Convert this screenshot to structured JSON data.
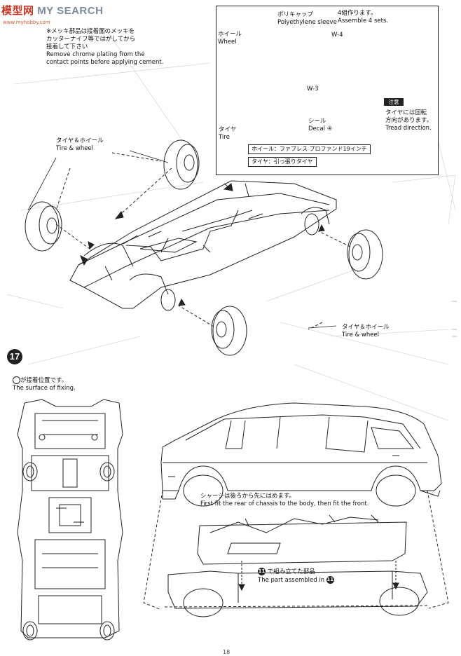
{
  "watermark": {
    "brand_red": "模型网",
    "brand_gray": "MY SEARCH",
    "sub": "www.myhobby.com"
  },
  "note": {
    "symbol": "※",
    "jp_line1": "メッキ部品は接着面のメッキを",
    "jp_line2": "カッターナイフ等ではがしてから",
    "jp_line3": "接着して下さい",
    "en_line1": "Remove chrome plating from the",
    "en_line2": "contact points before applying cement."
  },
  "inset": {
    "poly_jp": "ポリキャップ",
    "poly_en": "Polyethylene sleeve",
    "wheel_jp": "ホイール",
    "wheel_en": "Wheel",
    "tire_jp": "タイヤ",
    "tire_en": "Tire",
    "make_jp": "4組作ります。",
    "make_en": "Assemble 4 sets.",
    "part_w4": "W-4",
    "part_w3": "W-3",
    "decal_jp": "シール",
    "decal_en": "Decal",
    "decal_num": "④",
    "caution": "注意",
    "tread_jp1": "タイヤには回転",
    "tread_jp2": "方向があります。",
    "tread_en": "Tread direction.",
    "wheel_spec": "ホイール：ファブレス プロファンド19インチ",
    "tire_spec": "タイヤ：引っ張りタイヤ"
  },
  "labels": {
    "tw_jp_left": "タイヤ＆ホイール",
    "tw_en_left": "Tire & wheel",
    "tw_jp_right": "タイヤ＆ホイール",
    "tw_en_right": "Tire & wheel"
  },
  "step17": {
    "number": "17",
    "fix_jp": "が接着位置です。",
    "fix_en": "The surface of fixing.",
    "chassis_jp": "シャーシは後ろから先にはめます。",
    "chassis_en": "First fit the rear of chassis to the body, then fit the front.",
    "part_jp": "で組み立てた部品",
    "part_en": "The part assembled in",
    "ref_step": "11"
  },
  "page_number": "18"
}
